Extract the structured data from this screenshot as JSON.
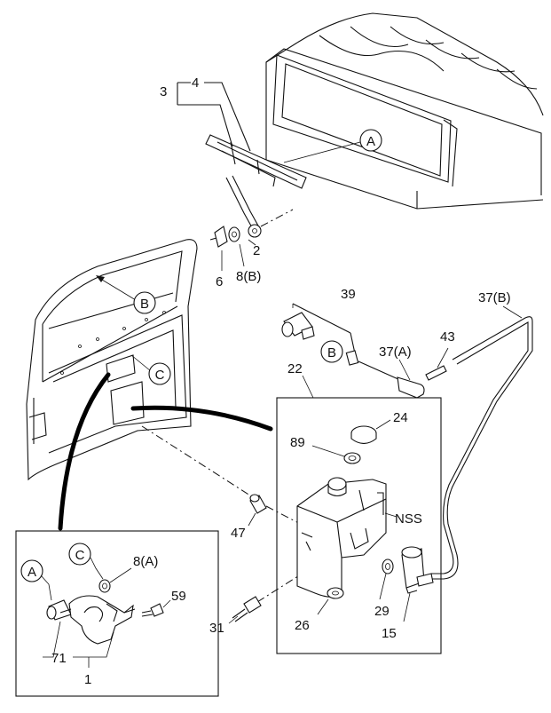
{
  "labels": {
    "l1": "1",
    "l2": "2",
    "l3": "3",
    "l4": "4",
    "l6": "6",
    "l8b": "8(B)",
    "l8a": "8(A)",
    "l15": "15",
    "l22": "22",
    "l24": "24",
    "l26": "26",
    "l29": "29",
    "l31": "31",
    "l37a": "37(A)",
    "l37b": "37(B)",
    "l39": "39",
    "l43": "43",
    "l47": "47",
    "l59": "59",
    "l71": "71",
    "l89": "89",
    "nss": "NSS"
  },
  "refs": {
    "a": "A",
    "b": "B",
    "c": "C"
  }
}
